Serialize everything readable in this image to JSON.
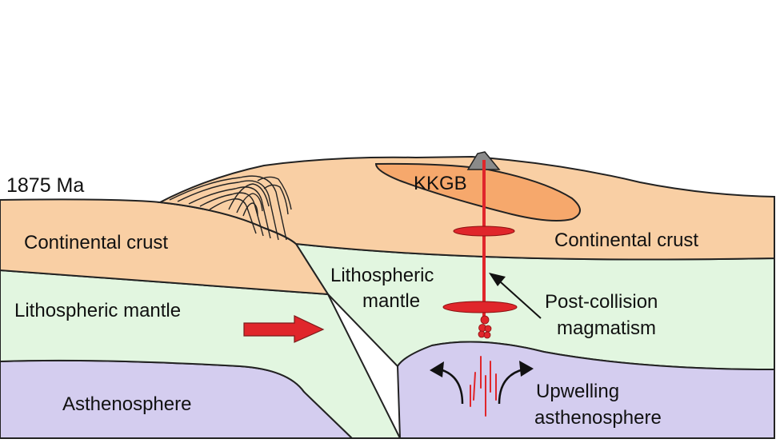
{
  "labels": {
    "age": "1875 Ma",
    "kkgb": "KKGB",
    "crust_left": "Continental crust",
    "crust_right": "Continental crust",
    "lith_mantle_left": "Lithospheric mantle",
    "lith_mantle_right_1": "Lithospheric",
    "lith_mantle_right_2": "mantle",
    "magmatism_1": "Post-collision",
    "magmatism_2": "magmatism",
    "astheno_left": "Asthenosphere",
    "upwelling_1": "Upwelling",
    "upwelling_2": "asthenosphere"
  },
  "colors": {
    "crust": "#f9cfa4",
    "kkgb": "#f6a86c",
    "lith_mantle": "#e2f6e0",
    "asthenosphere": "#d4cdef",
    "magma": "#e0262b",
    "outline": "#222222",
    "peak": "#8a8a8a"
  }
}
